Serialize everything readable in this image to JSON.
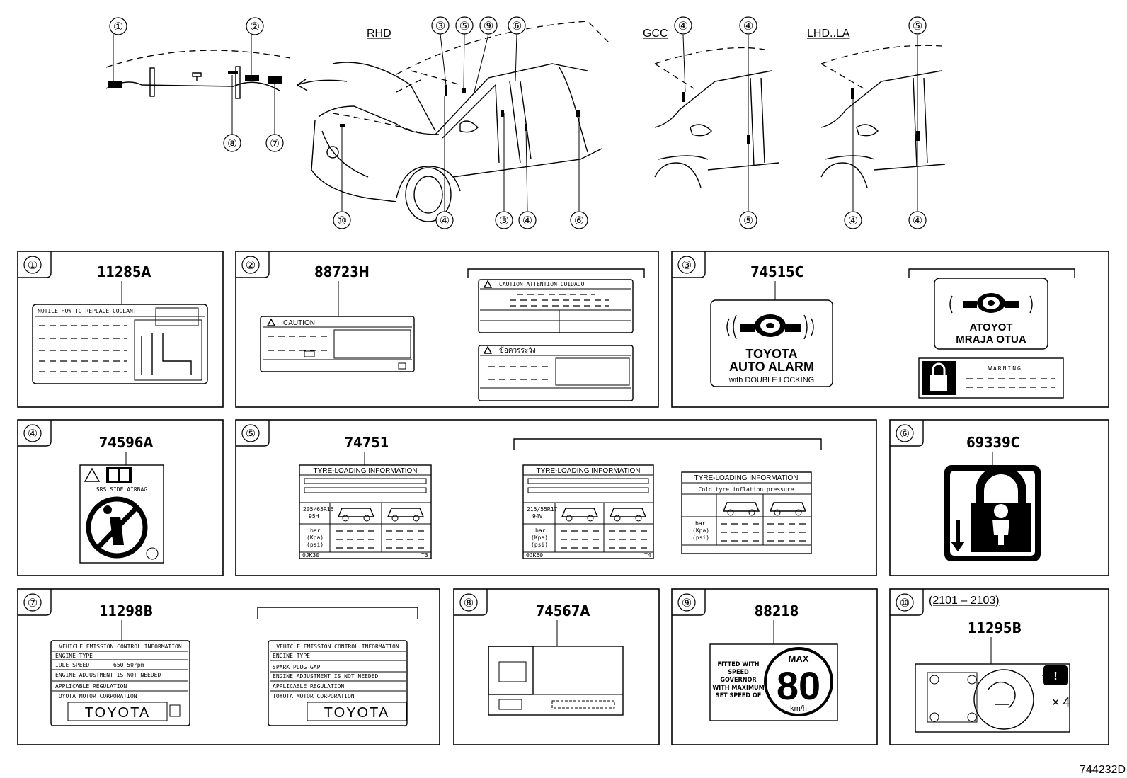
{
  "top": {
    "views": [
      {
        "label": "RHD"
      },
      {
        "label": "GCC"
      },
      {
        "label": "LHD..LA"
      }
    ],
    "callouts": [
      "①",
      "②",
      "③",
      "④",
      "⑤",
      "⑥",
      "⑦",
      "⑧",
      "⑨",
      "⑩"
    ]
  },
  "panels": [
    {
      "num": "①",
      "part": "11285A",
      "label": {
        "header": "NOTICE HOW TO REPLACE COOLANT"
      }
    },
    {
      "num": "②",
      "part": "88723H",
      "label": {
        "title": "CAUTION",
        "b1": "CAUTION  ATTENTION  CUIDADO",
        "b2": "ข้อควรระวัง"
      }
    },
    {
      "num": "③",
      "part": "74515C",
      "label": {
        "line1": "TOYOTA",
        "line2": "AUTO ALARM",
        "line3": "with DOUBLE LOCKING",
        "m1": "ATOYOT",
        "m2": "MRAJA OTUA",
        "warn": "WARNING"
      }
    },
    {
      "num": "④",
      "part": "74596A",
      "label": {
        "text": "SRS SIDE AIRBAG"
      }
    },
    {
      "num": "⑤",
      "part": "74751",
      "label": {
        "title": "TYRE-LOADING INFORMATION",
        "t1": "205/65R16",
        "t1b": "95H",
        "t2": "215/55R17",
        "t2b": "94V",
        "unit1": "bar",
        "unit2": "(Kpa)",
        "unit3": "(psi)",
        "c1": "0JK30",
        "c1r": "T3",
        "c2": "0JK60",
        "c2r": "T4",
        "cold": "Cold tyre inflation pressure"
      }
    },
    {
      "num": "⑥",
      "part": "69339C"
    },
    {
      "num": "⑦",
      "part": "11298B",
      "label": {
        "h": "VEHICLE EMISSION CONTROL INFORMATION",
        "r1": "ENGINE TYPE",
        "r2": "IDLE SPEED",
        "r2v": "650~50rpm",
        "r2b": "SPARK PLUG GAP",
        "r3": "ENGINE ADJUSTMENT IS NOT NEEDED",
        "r4": "APPLICABLE REGULATION",
        "r5": "TOYOTA MOTOR CORPORATION",
        "brand": "TOYOTA"
      }
    },
    {
      "num": "⑧",
      "part": "74567A"
    },
    {
      "num": "⑨",
      "part": "88218",
      "label": {
        "text1": "FITTED WITH",
        "text2": "SPEED",
        "text3": "GOVERNOR",
        "text4": "WITH MAXIMUM",
        "text5": "SET SPEED OF",
        "max": "MAX",
        "speed": "80",
        "unit": "km/h"
      }
    },
    {
      "num": "⑩",
      "part": "11295B",
      "note": "(2101 – 2103)",
      "label": {
        "times": "× 4"
      }
    }
  ],
  "footer": {
    "code": "744232D"
  }
}
